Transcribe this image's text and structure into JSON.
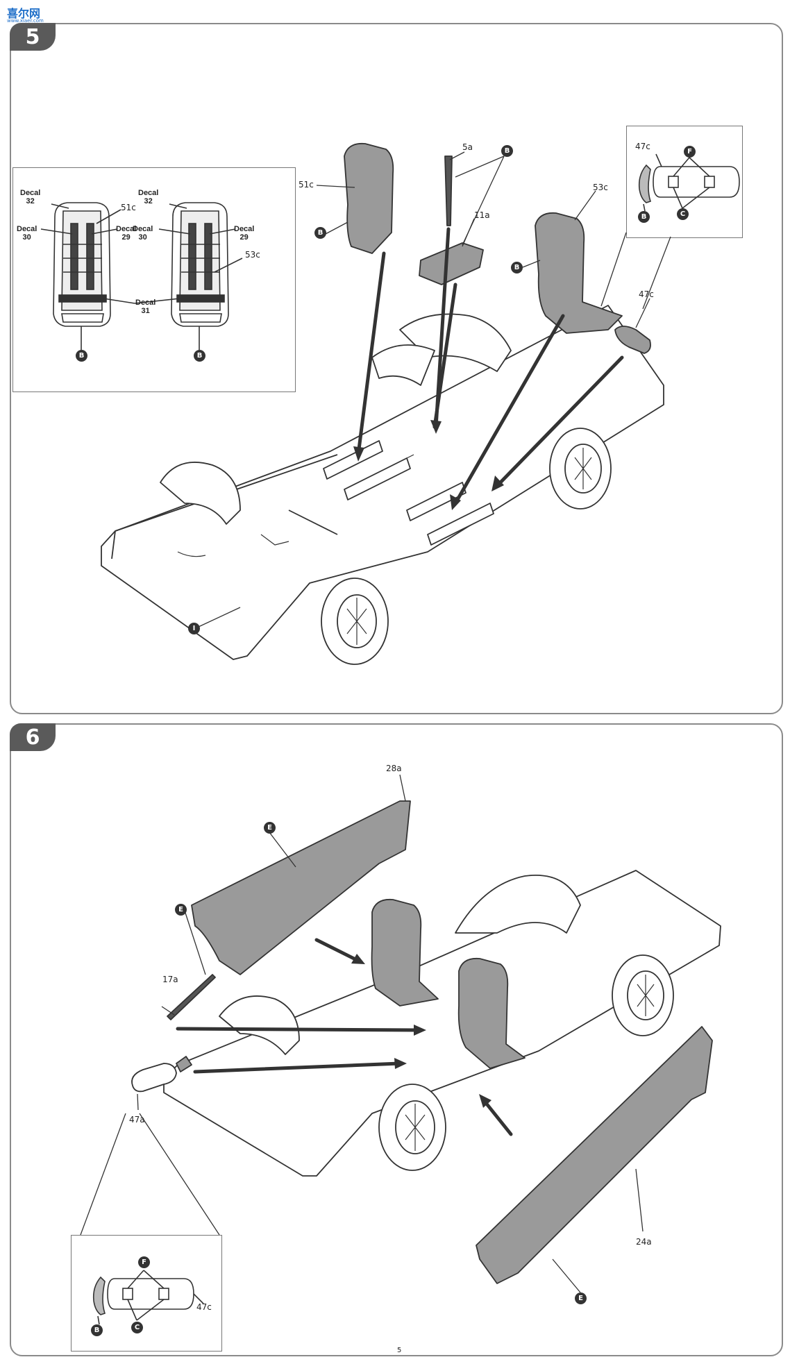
{
  "watermark": {
    "cn": "喜尔网",
    "url": "www.xiaer.com"
  },
  "steps": [
    {
      "number": "5",
      "decal_inset": {
        "left_seat": {
          "decal_top_label": "Decal",
          "decal_top_num": "32",
          "decal_left_label": "Decal",
          "decal_left_num": "30",
          "decal_right_label": "Decal",
          "decal_right_num": "29",
          "part": "51c",
          "circle": "B"
        },
        "right_seat": {
          "decal_top_label": "Decal",
          "decal_top_num": "32",
          "decal_left_label": "Decal",
          "decal_left_num": "30",
          "decal_right_label": "Decal",
          "decal_right_num": "29",
          "part": "53c",
          "circle": "B"
        },
        "middle_decal": {
          "label": "Decal",
          "num": "31"
        }
      },
      "parts": {
        "seat_left": "51c",
        "seat_right": "53c",
        "rod": "5a",
        "console": "11a",
        "extinguisher": "47c",
        "circle_b": "B",
        "circle_i": "I"
      },
      "extinguisher_inset": {
        "part": "47c",
        "labels": [
          "B",
          "F",
          "C"
        ]
      }
    },
    {
      "number": "6",
      "parts": {
        "panel_top": "28a",
        "panel_bottom": "24a",
        "rod": "17a",
        "extinguisher": "47a",
        "circle_e": "E"
      },
      "extinguisher_inset": {
        "part": "47c",
        "labels": [
          "B",
          "F",
          "C"
        ]
      }
    }
  ],
  "page_number": "5",
  "colors": {
    "frame": "#8a8a8a",
    "badge": "#5a5a5a",
    "shade": "#9a9a9a",
    "line": "#333333"
  }
}
